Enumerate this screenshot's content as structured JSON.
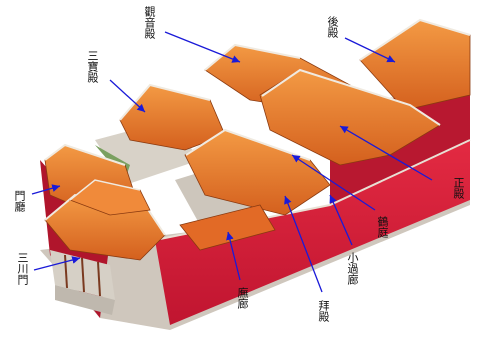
{
  "labels": {
    "guanyin_hall": "觀音殿",
    "rear_hall": "後殿",
    "sanbao_hall": "三寶殿",
    "gate_hall": "門廳",
    "sanchuan_gate": "三川門",
    "main_hall": "正殿",
    "crane_court": "鶴庭",
    "small_corridor": "小過廊",
    "side_corridor": "廡廊",
    "worship_hall": "拜殿"
  },
  "colors": {
    "wall_red": "#d8203a",
    "wall_dark": "#a4142a",
    "roof_orange": "#e8772c",
    "roof_dark": "#c4541c",
    "ridge": "#f0eae0",
    "leader": "#1a1ad8"
  }
}
